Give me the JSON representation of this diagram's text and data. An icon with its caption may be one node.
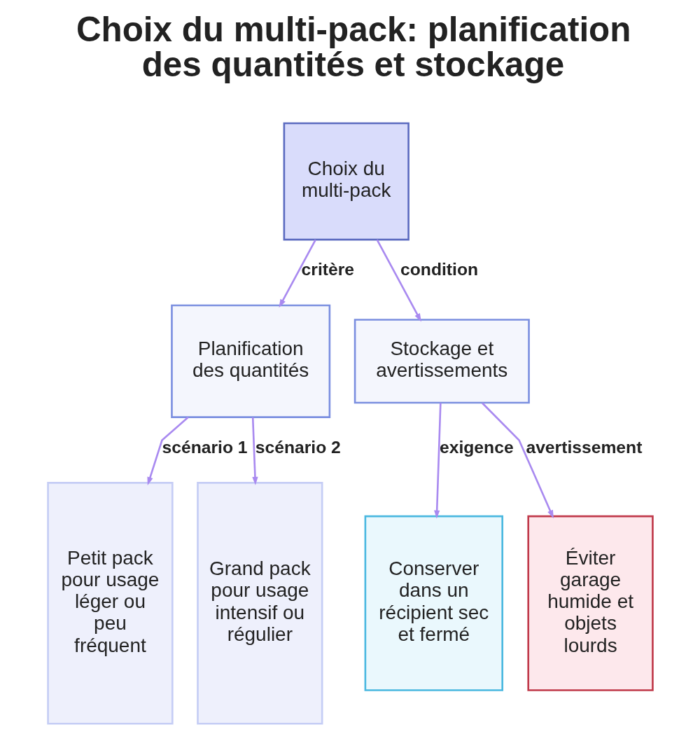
{
  "diagram": {
    "title": "Choix du multi-pack: planification des quantités et stockage",
    "nodes": [
      {
        "text": [
          "Choix du multi-pack"
        ]
      },
      {
        "text": [
          "Planification des quantités"
        ]
      },
      {
        "text": [
          "Stockage et avertissements"
        ]
      },
      {
        "text": [
          "Petit pack pour usage léger ou peu fréquent"
        ]
      },
      {
        "text": [
          "Grand pack pour usage intensif ou régulier"
        ]
      },
      {
        "text": [
          "Conserver dans un récipient sec et fermé"
        ]
      },
      {
        "text": [
          "Éviter garage humide et objets lourds"
        ]
      }
    ],
    "edges": [
      {
        "from": 0,
        "to": 1,
        "arrow": "to",
        "label": "critère"
      },
      {
        "from": 0,
        "to": 2,
        "arrow": "to",
        "label": "condition"
      },
      {
        "from": 1,
        "to": 3,
        "arrow": "to",
        "label": "scénario 1"
      },
      {
        "from": 1,
        "to": 4,
        "arrow": "to",
        "label": "scénario 2"
      },
      {
        "from": 2,
        "to": 5,
        "arrow": "to",
        "label": "exigence"
      },
      {
        "from": 2,
        "to": 6,
        "arrow": "to",
        "label": "avertissement"
      }
    ]
  }
}
